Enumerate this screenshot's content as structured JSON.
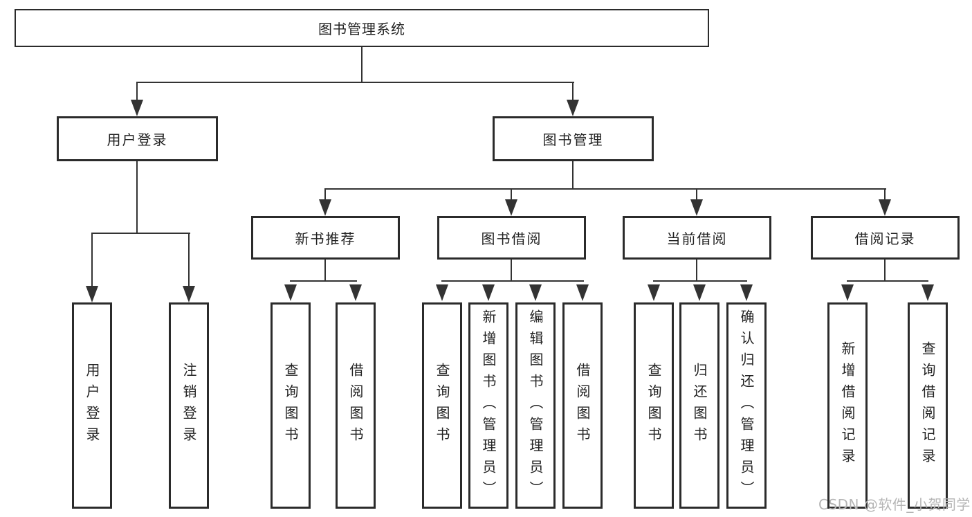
{
  "colors": {
    "line": "#333333",
    "border": "#2b2b2b",
    "text": "#222222",
    "watermark": "#b5b5b5",
    "background": "#ffffff"
  },
  "diagram": {
    "title": "图书管理系统",
    "branches": {
      "user": {
        "label": "用户登录",
        "children": [
          "用户登录",
          "注销登录"
        ]
      },
      "book": {
        "label": "图书管理",
        "sections": [
          {
            "label": "新书推荐",
            "children": [
              "查询图书",
              "借阅图书"
            ]
          },
          {
            "label": "图书借阅",
            "children": [
              "查询图书",
              "新增图书（管理员）",
              "编辑图书（管理员）",
              "借阅图书"
            ]
          },
          {
            "label": "当前借阅",
            "children": [
              "查询图书",
              "归还图书",
              "确认归还（管理员）"
            ]
          },
          {
            "label": "借阅记录",
            "children": [
              "新增借阅记录",
              "查询借阅记录"
            ]
          }
        ]
      }
    },
    "watermark": "CSDN @软件_小贺同学"
  }
}
